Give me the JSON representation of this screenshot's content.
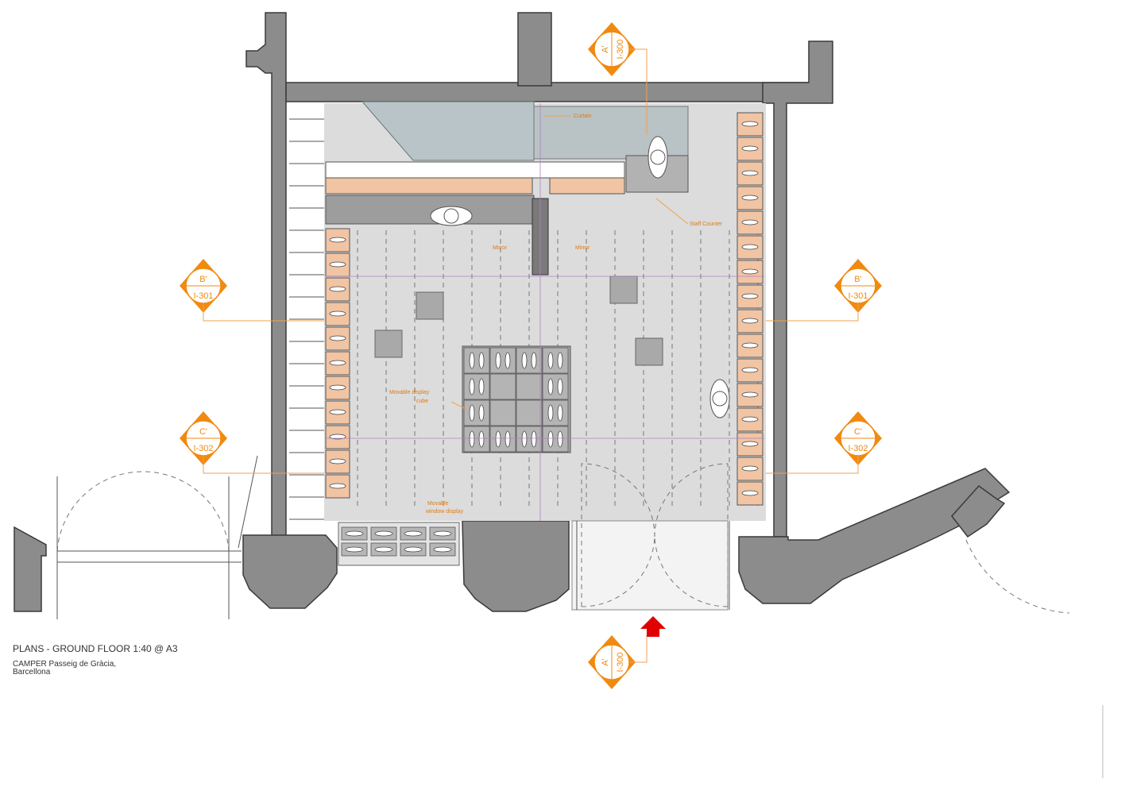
{
  "drawing": {
    "title": "PLANS - GROUND FLOOR 1:40 @ A3",
    "subtitle_line1": "CAMPER Passeig de Gràcia,",
    "subtitle_line2": "Barcellona"
  },
  "labels": {
    "curtain": "Curtain",
    "staff_counter": "Staff Counter",
    "mirror_left": "Mirror",
    "mirror_right": "Mirror",
    "display_cube_line1": "Movable display",
    "display_cube_line2": "cube",
    "window_display_line1": "Movable",
    "window_display_line2": "window display"
  },
  "section_markers": {
    "top": {
      "letter": "A'",
      "ref": "I-300"
    },
    "bottom": {
      "letter": "A'",
      "ref": "I-300"
    },
    "left_upper": {
      "letter": "B'",
      "ref": "I-301"
    },
    "right_upper": {
      "letter": "B'",
      "ref": "I-301"
    },
    "left_lower": {
      "letter": "C'",
      "ref": "I-302"
    },
    "right_lower": {
      "letter": "C'",
      "ref": "I-302"
    }
  },
  "icons": {
    "entrance": "entrance-arrow-icon",
    "section_marker": "section-marker-icon",
    "person": "person-icon",
    "shoe": "shoe-icon"
  },
  "colors": {
    "accent": "#f08a10",
    "wall": "#8c8c8c",
    "floor": "#dcdcdc",
    "shelf": "#f1c4a4",
    "entrance_arrow": "#e00000"
  }
}
